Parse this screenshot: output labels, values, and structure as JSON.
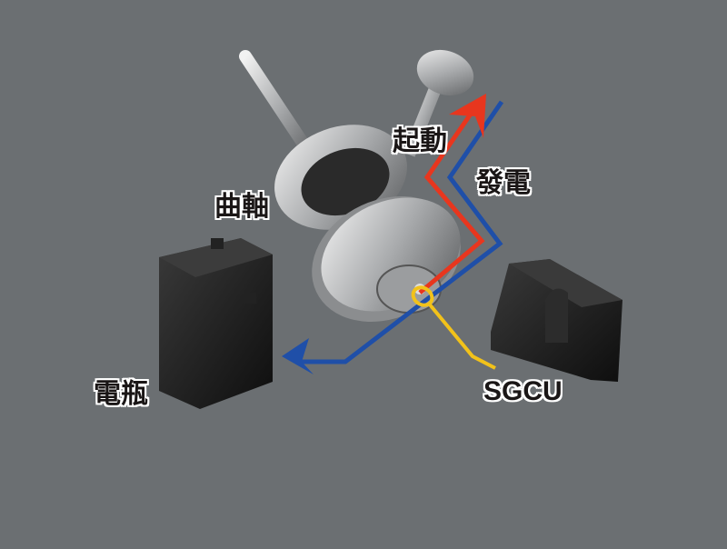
{
  "labels": {
    "start": "起動",
    "generate": "發電",
    "crankshaft": "曲軸",
    "battery": "電瓶",
    "sgcu": "SGCU"
  },
  "colors": {
    "background": "#6b6f72",
    "start_path": "#e8361e",
    "generate_path": "#1f4fa8",
    "sgcu_lead": "#f2c21a"
  }
}
